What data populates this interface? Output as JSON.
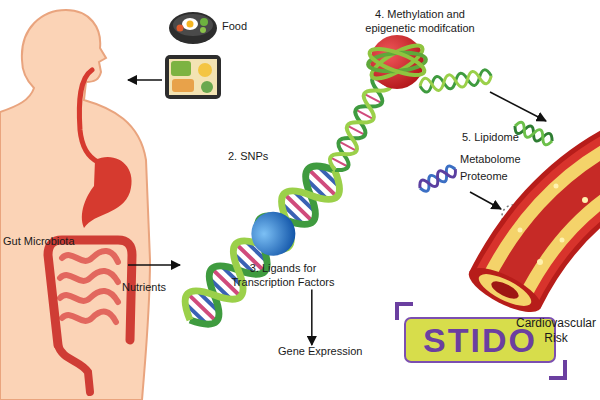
{
  "diagram": {
    "nodes": [
      {
        "text": [
          "Food"
        ]
      },
      {
        "text": [
          "Gut Microbiota"
        ]
      },
      {
        "text": [
          "2. SNPs"
        ]
      },
      {
        "text": [
          "3. Ligands for Transcription Factors"
        ]
      },
      {
        "text": [
          "Gene Expression"
        ]
      },
      {
        "text": [
          "4. Methylation and epigenetic modifcation"
        ]
      },
      {
        "text": [
          "5. Lipidome"
        ]
      },
      {
        "text": [
          "Metabolome"
        ]
      },
      {
        "text": [
          "Proteome"
        ]
      },
      {
        "text": [
          "Cardiovascular Risk"
        ]
      }
    ],
    "edges": [
      {
        "from": 0,
        "to": 1,
        "arrow": "to"
      },
      {
        "from": 1,
        "to": 2,
        "label": "Nutrients",
        "arrow": "to"
      },
      {
        "from": 3,
        "to": 4,
        "arrow": "to"
      }
    ],
    "labels": [
      "STIDO"
    ]
  }
}
